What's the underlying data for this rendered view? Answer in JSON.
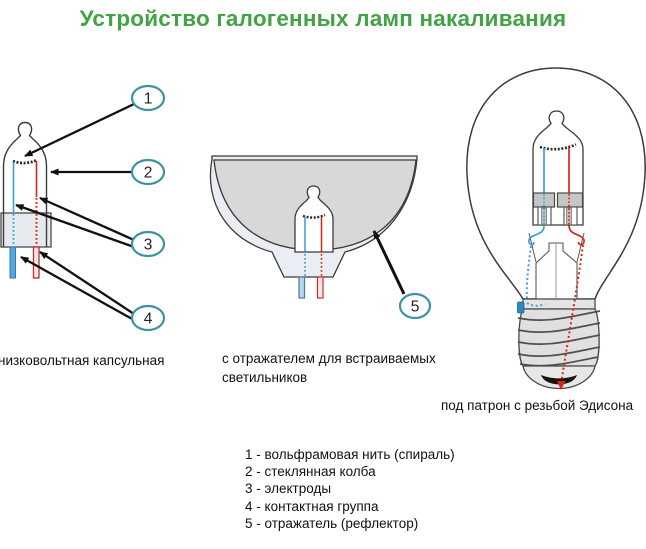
{
  "header": {
    "title": "Устройство галогенных ламп накаливания"
  },
  "diagrams": {
    "left": {
      "caption": "низковольтная капсульная"
    },
    "middle": {
      "caption": "с отражателем для встраиваемых светильников"
    },
    "right": {
      "caption": "под патрон с резьбой Эдисона"
    }
  },
  "callouts": [
    {
      "label": "1"
    },
    {
      "label": "2"
    },
    {
      "label": "3"
    },
    {
      "label": "4"
    },
    {
      "label": "5"
    }
  ],
  "legend": {
    "items": [
      "1 - вольфрамовая нить (спираль)",
      "2 - стеклянная колба",
      "3 - электроды",
      "4 - контактная группа",
      "5 - отражатель (рефлектор)"
    ]
  },
  "colors": {
    "title_green": "#41a344",
    "callout_teal": "#3e93a3",
    "wire_blue": "#3a9fd6",
    "wire_red": "#d6251d",
    "outline": "#3b3b3b"
  }
}
